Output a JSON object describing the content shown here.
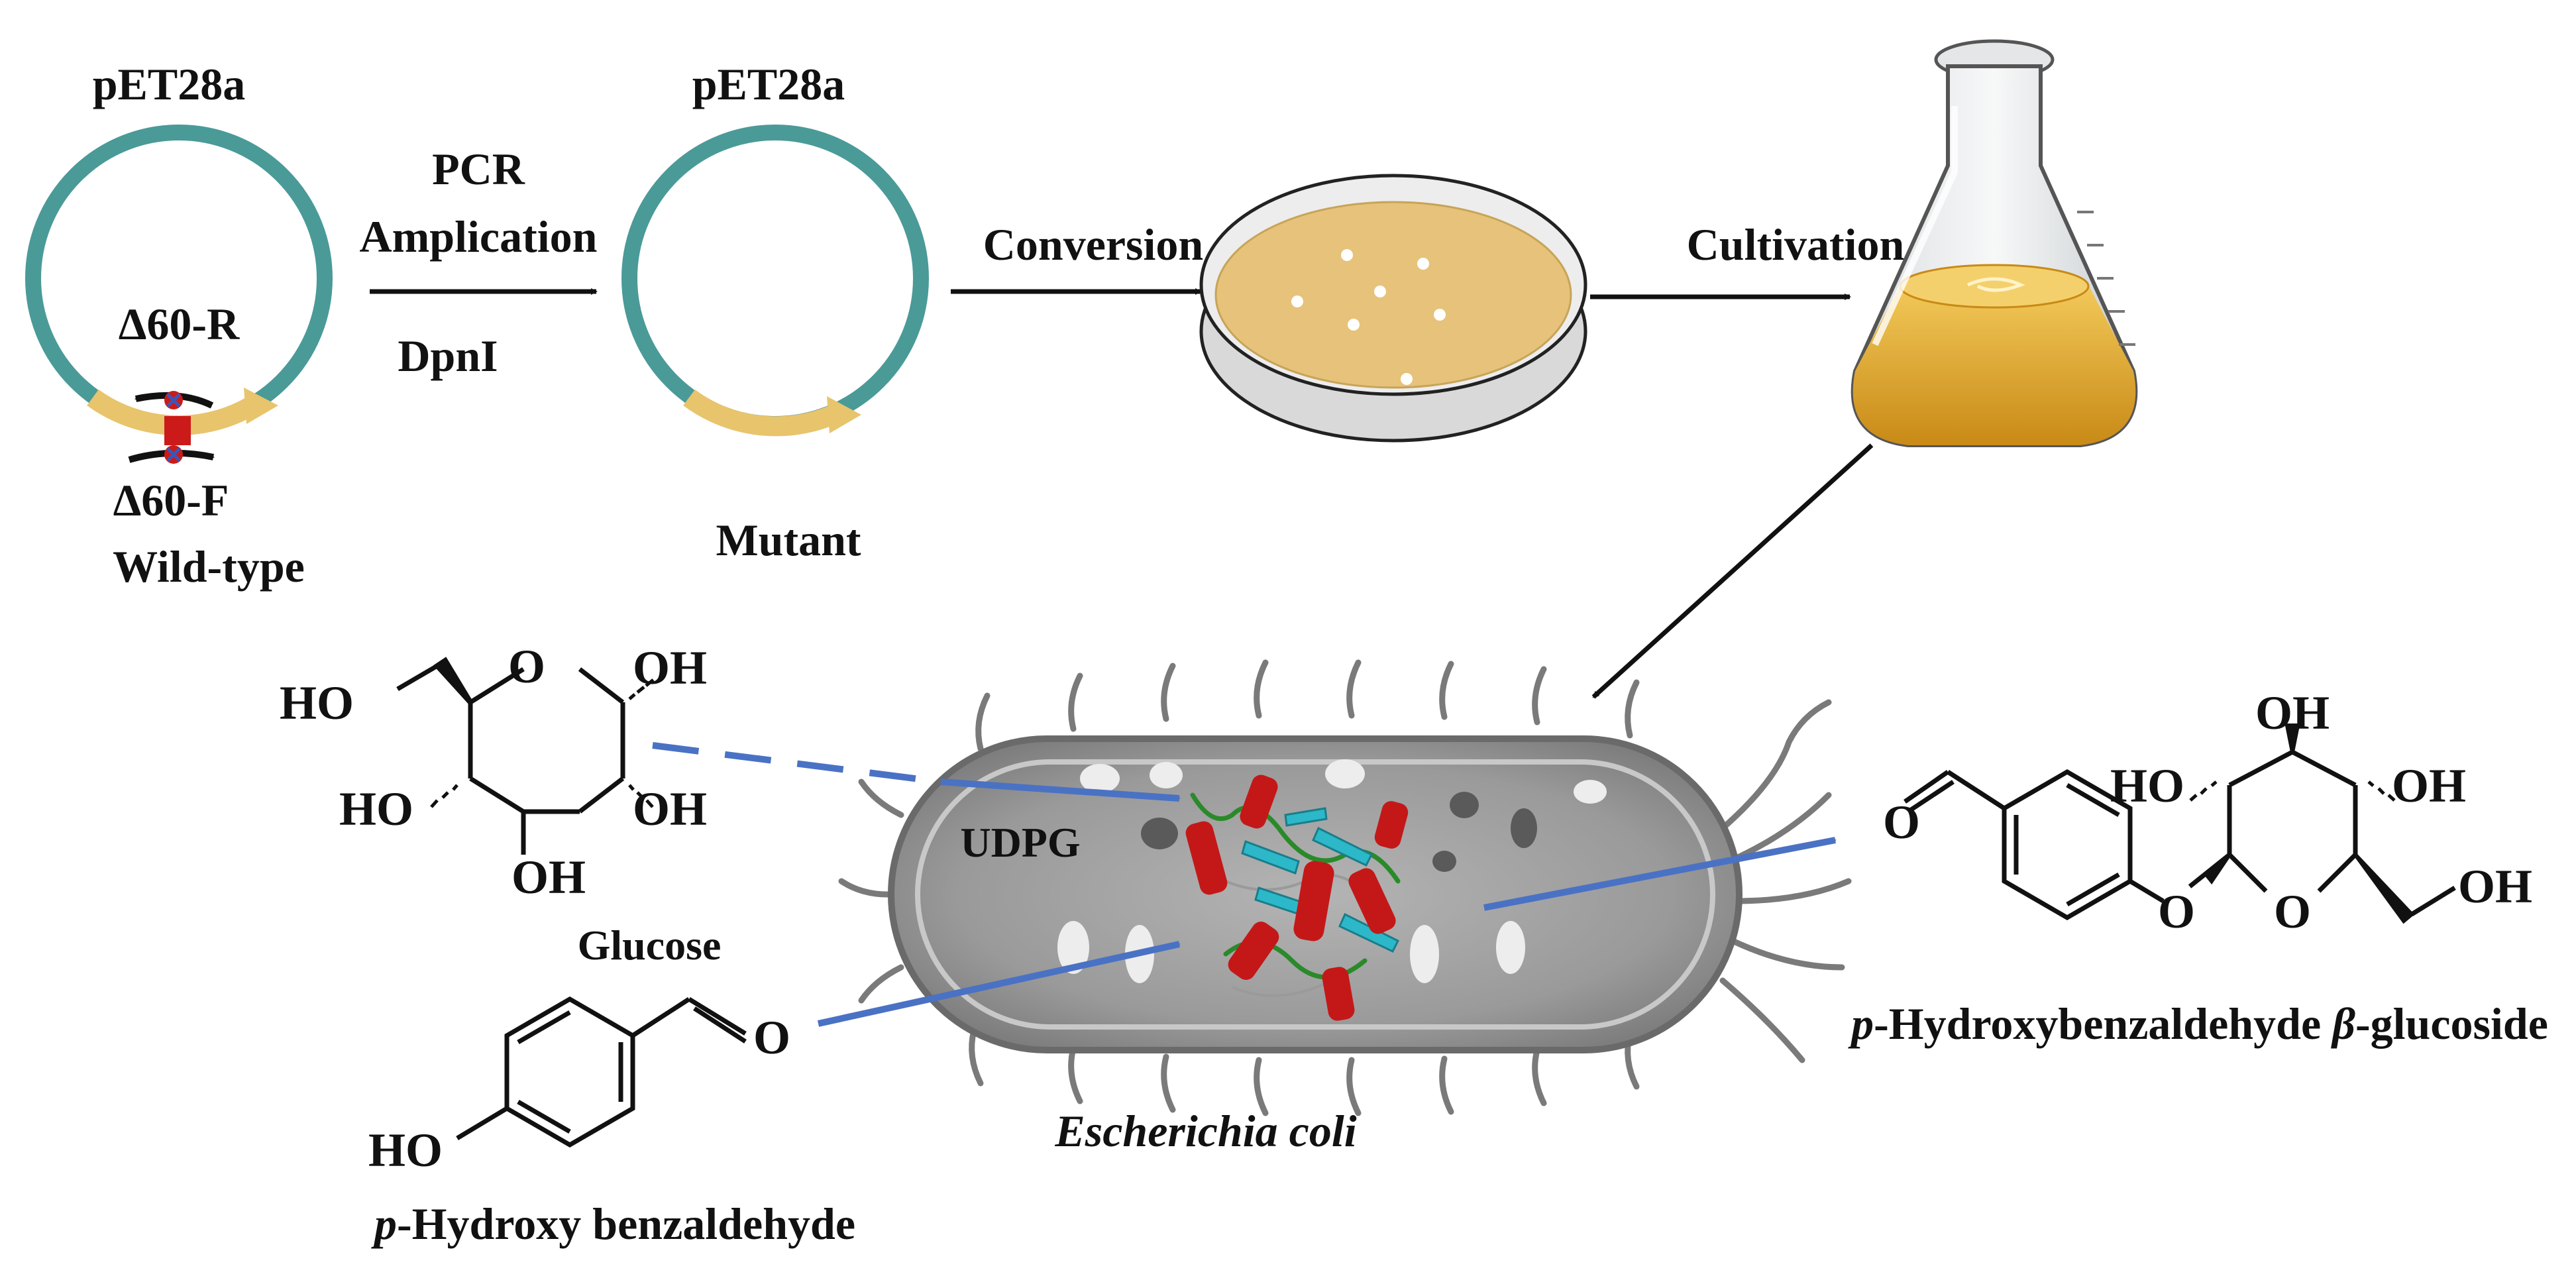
{
  "plasmids": {
    "wild_plasmid_name": "pET28a",
    "mutant_plasmid_name": "pET28a",
    "primer_reverse": "Δ60-R",
    "primer_forward": "Δ60-F",
    "wild_label": "Wild-type",
    "mutant_label": "Mutant"
  },
  "steps": {
    "pcr_line1": "PCR",
    "pcr_line2": "Amplication",
    "dpn": "DpnI",
    "conversion": "Conversion",
    "cultivation": "Cultivation"
  },
  "cell": {
    "name": "Escherichia coli",
    "udpg": "UDPG"
  },
  "glucose": {
    "name": "Glucose",
    "ho_left": "HO",
    "ring_o": "O",
    "oh_anomeric": "OH",
    "ho_c4": "HO",
    "oh_c2": "OH",
    "oh_c3": "OH"
  },
  "phb": {
    "prefix": "p",
    "rest": "-Hydroxy benzaldehyde",
    "carbonyl_o": "O",
    "ho": "HO"
  },
  "product": {
    "prefix": "p",
    "middle": "-Hydroxybenzaldehyde ",
    "beta": "β",
    "suffix": "-glucoside",
    "carbonyl_o": "O",
    "ether_o": "O",
    "ring_o": "O",
    "oh_top": "OH",
    "ho_left": "HO",
    "oh_right": "OH",
    "ch2oh": "OH"
  },
  "colors": {
    "plasmid": "#4a9a98",
    "insert": "#e8c46c",
    "arrow_blue": "#4a72c4",
    "helix": "#c41818",
    "sheet": "#2cb8c8",
    "agar": "#e6c27a",
    "broth": "#e0a628"
  },
  "icons": [
    "plasmid-icon",
    "petri-dish-icon",
    "flask-icon",
    "bacterium-icon",
    "protein-icon"
  ]
}
